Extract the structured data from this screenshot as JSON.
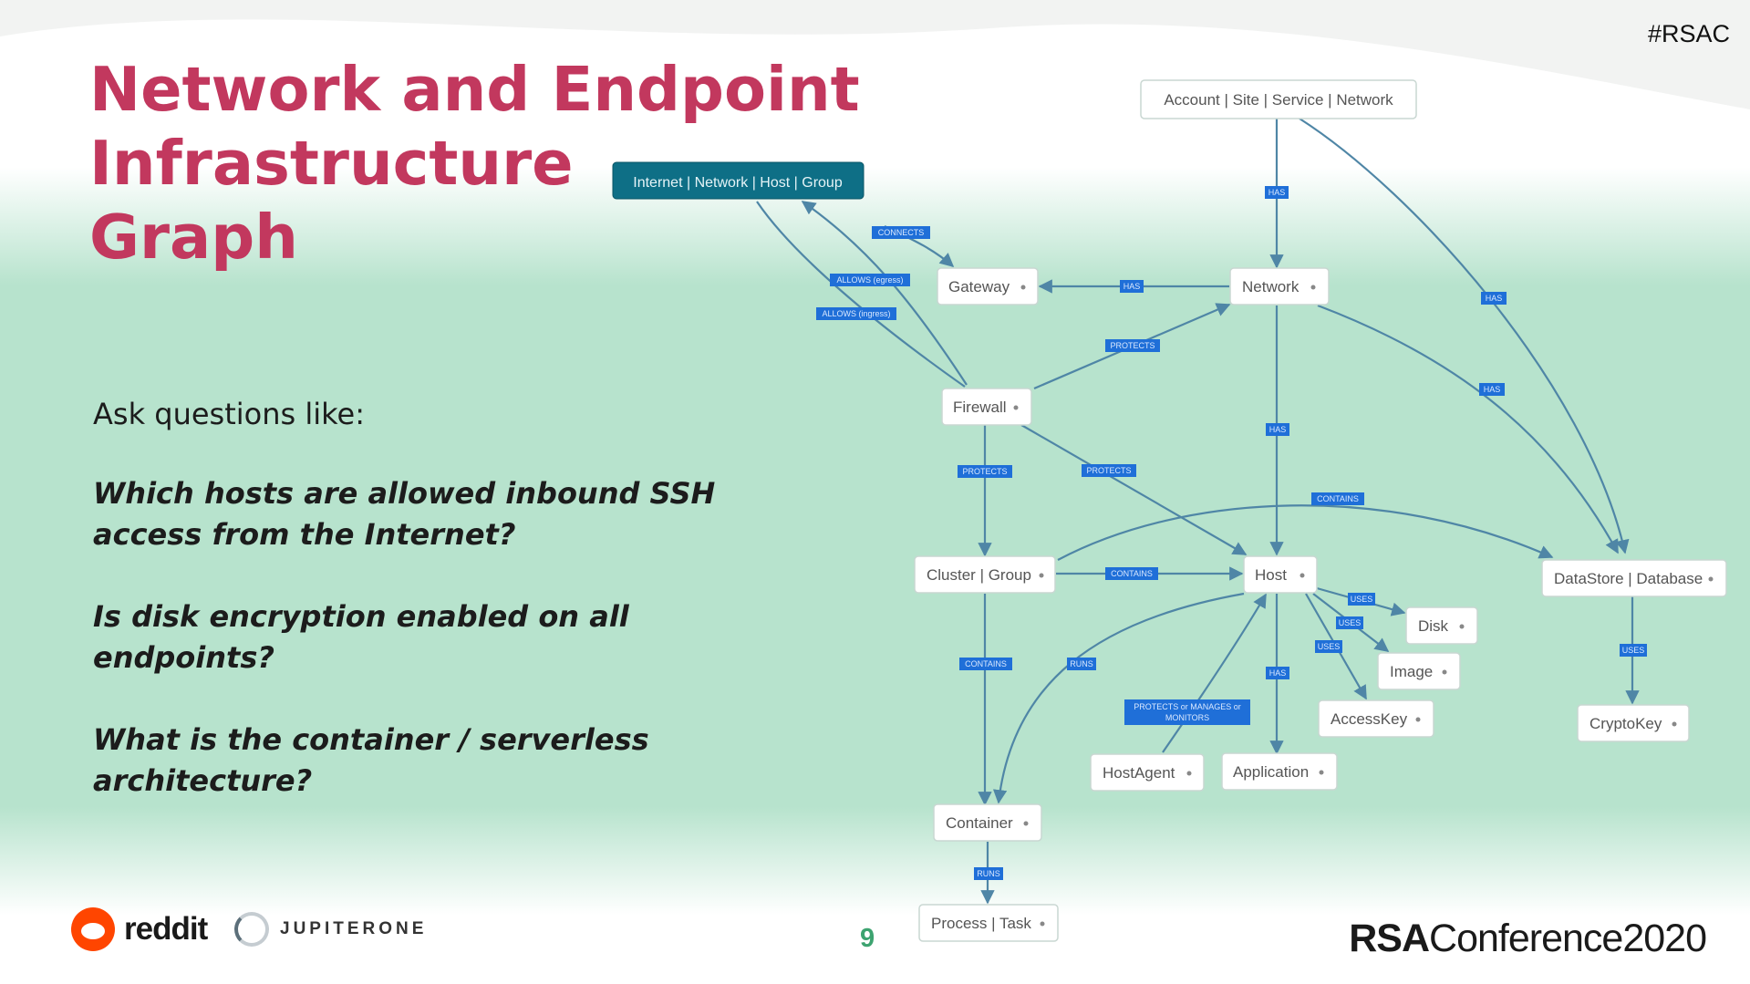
{
  "slide": {
    "title_lines": [
      "Network and Endpoint",
      "Infrastructure",
      "Graph"
    ],
    "hashtag": "#RSAC",
    "lead": "Ask questions like:",
    "questions": [
      "Which hosts are allowed inbound SSH access from the Internet?",
      "Is disk encryption enabled on all endpoints?",
      "What is the container / serverless architecture?"
    ],
    "page_number": "9",
    "footer": {
      "reddit": "reddit",
      "jupiterone": "JUPITERONE",
      "rsa_bold": "RSA",
      "rsa_rest": "Conference2020"
    }
  },
  "diagram": {
    "nodes": {
      "internet": "Internet | Network | Host | Group",
      "account": "Account | Site | Service | Network",
      "gateway": "Gateway",
      "network": "Network",
      "firewall": "Firewall",
      "cluster": "Cluster | Group",
      "host": "Host",
      "datastore": "DataStore | Database",
      "disk": "Disk",
      "image": "Image",
      "accesskey": "AccessKey",
      "cryptokey": "CryptoKey",
      "hostagent": "HostAgent",
      "application": "Application",
      "container": "Container",
      "process": "Process | Task"
    },
    "edge_labels": {
      "connects": "CONNECTS",
      "allows_egress": "ALLOWS (egress)",
      "allows_ingress": "ALLOWS (ingress)",
      "has": "HAS",
      "protects": "PROTECTS",
      "contains": "CONTAINS",
      "uses": "USES",
      "runs": "RUNS",
      "protects_manages_1": "PROTECTS or MANAGES or",
      "protects_manages_2": "MONITORS"
    }
  }
}
